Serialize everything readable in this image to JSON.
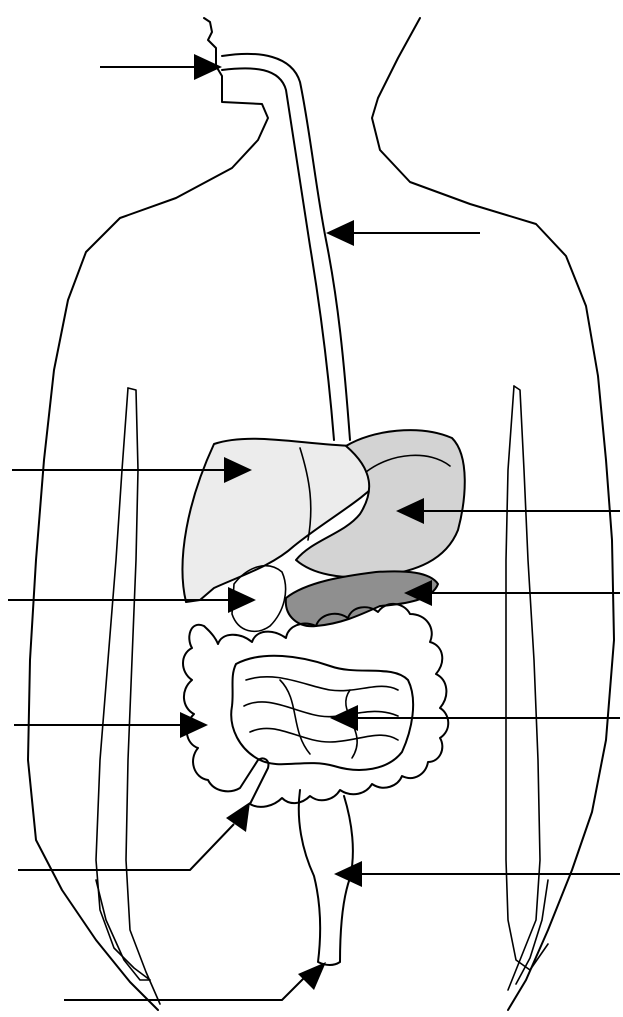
{
  "diagram": {
    "type": "unlabeled digestive system worksheet",
    "colors": {
      "line": "#000000",
      "background": "#ffffff",
      "organ_fill": "#e9e9e9",
      "stomach_fill": "#cfcfcf",
      "pancreas_fill": "#8f8f8f"
    },
    "pointers": [
      {
        "id": "mouth",
        "side": "left"
      },
      {
        "id": "esophagus",
        "side": "right"
      },
      {
        "id": "liver",
        "side": "left"
      },
      {
        "id": "stomach",
        "side": "right"
      },
      {
        "id": "gallbladder",
        "side": "left"
      },
      {
        "id": "pancreas",
        "side": "right"
      },
      {
        "id": "large-intestine",
        "side": "left"
      },
      {
        "id": "small-intestine",
        "side": "right"
      },
      {
        "id": "appendix",
        "side": "left"
      },
      {
        "id": "rectum",
        "side": "right"
      },
      {
        "id": "anus",
        "side": "left"
      }
    ]
  }
}
